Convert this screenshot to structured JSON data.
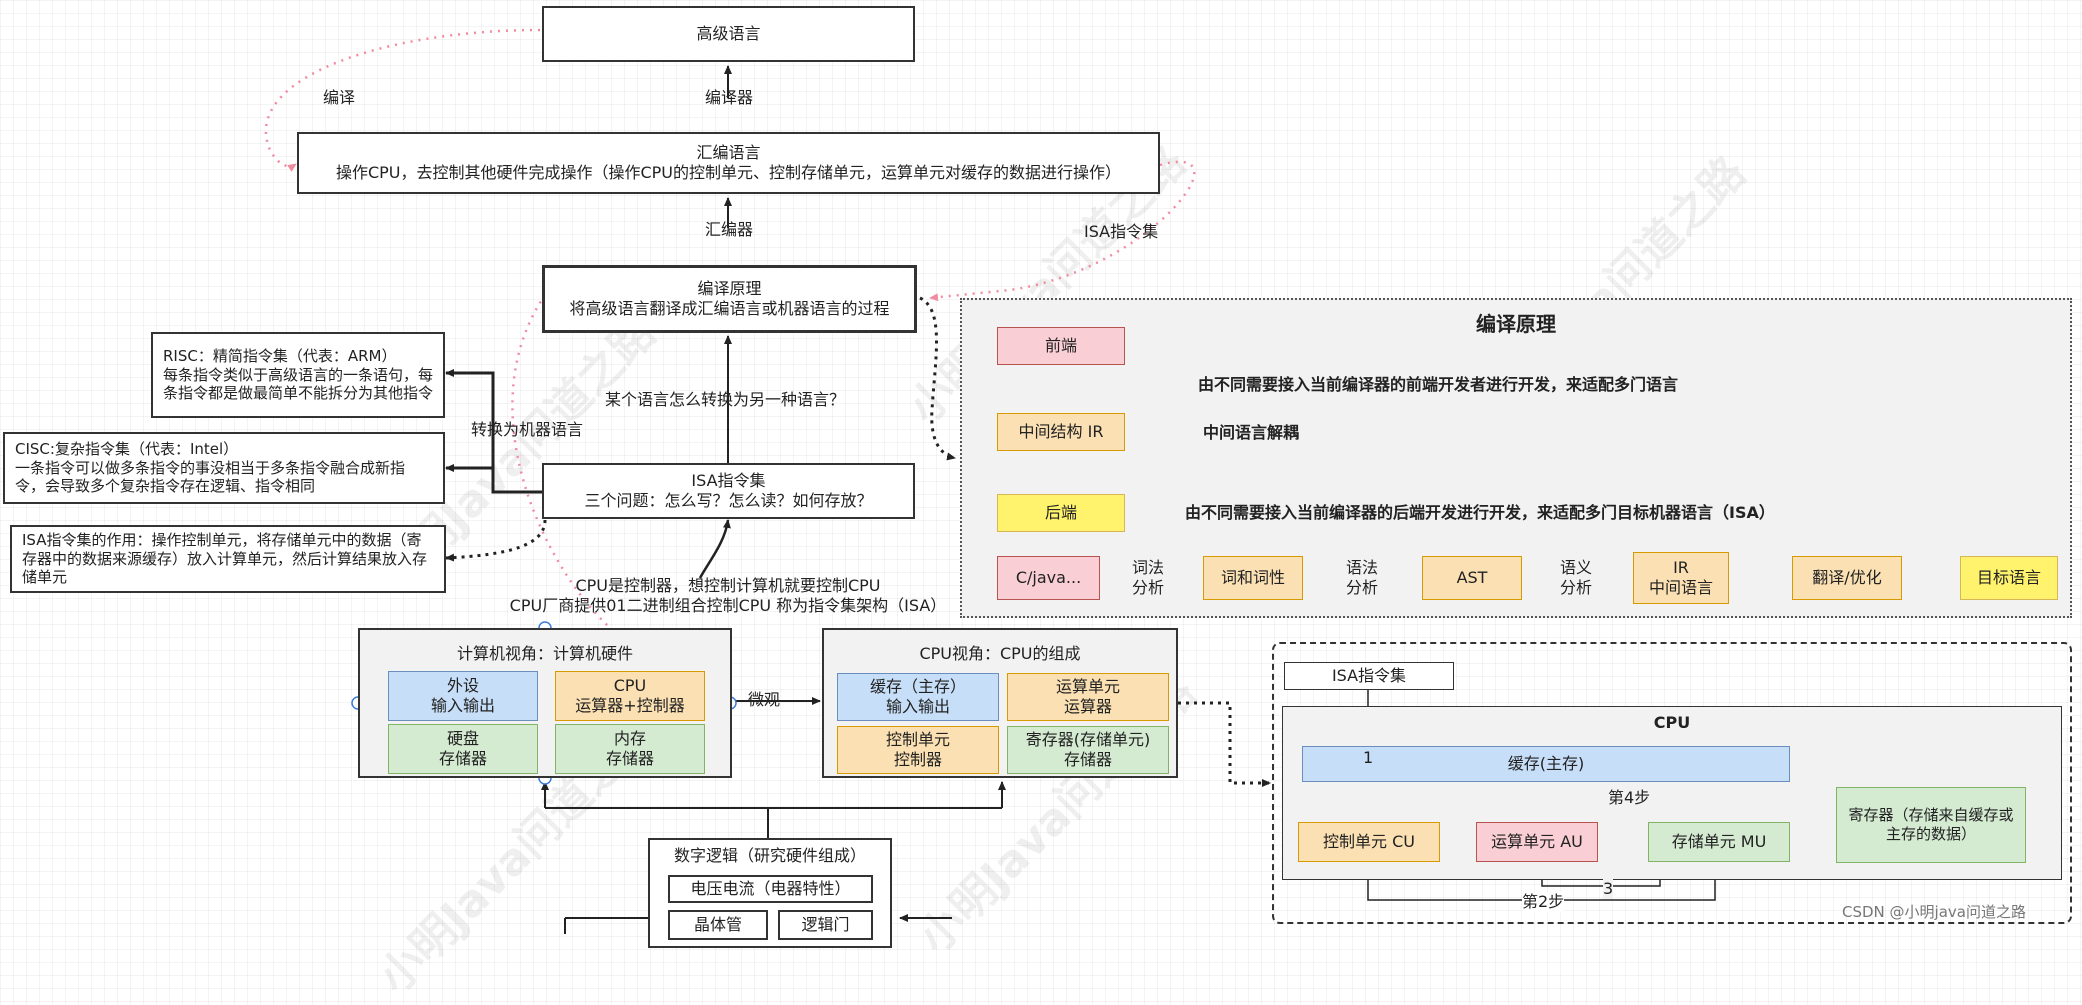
{
  "watermark": "小明Java问道之路",
  "footer_credit": "CSDN @小明java问道之路",
  "left": {
    "high_level": "高级语言",
    "compiler_label": "编译器",
    "compile_label": "编译",
    "assembly": "汇编语言\n操作CPU，去控制其他硬件完成操作（操作CPU的控制单元、控制存储单元，运算单元对缓存的数据进行操作）",
    "assembler_label": "汇编器",
    "isa_label": "ISA指令集",
    "compile_principle": "编译原理\n将高级语言翻译成汇编语言或机器语言的过程",
    "question_label": "某个语言怎么转换为另一种语言？",
    "risc": "RISC：精简指令集（代表：ARM）\n每条指令类似于高级语言的一条语句，每条指令都是做最简单不能拆分为其他指令",
    "convert_label": "转换为机器语言",
    "cisc": "CISC:复杂指令集（代表：Intel）\n一条指令可以做多条指令的事没相当于多条指令融合成新指令，会导致多个复杂指令存在逻辑、指令相同",
    "isa_box": "ISA指令集\n三个问题：怎么写？怎么读？如何存放？",
    "isa_role": "ISA指令集的作用：操作控制单元，将存储单元中的数据（寄存器中的数据来源缓存）放入计算单元，然后计算结果放入存储单元",
    "cpu_note": "CPU是控制器，想控制计算机就要控制CPU\nCPU厂商提供01二进制组合控制CPU 称为指令集架构（ISA）",
    "computer_view": {
      "title": "计算机视角：计算机硬件",
      "peripheral": "外设\n输入输出",
      "cpu": "CPU\n运算器+控制器",
      "disk": "硬盘\n存储器",
      "memory": "内存\n存储器"
    },
    "micro_label": "微观",
    "cpu_view": {
      "title": "CPU视角：CPU的组成",
      "cache": "缓存（主存）\n输入输出",
      "alu": "运算单元\n运算器",
      "control": "控制单元\n控制器",
      "register": "寄存器(存储单元)\n存储器"
    },
    "digital_logic": {
      "title": "数字逻辑（研究硬件组成）",
      "voltage": "电压电流（电器特性）",
      "transistor": "晶体管",
      "logic_gate": "逻辑门"
    }
  },
  "compile_panel": {
    "title": "编译原理",
    "frontend": "前端",
    "frontend_note": "由不同需要接入当前编译器的前端开发者进行开发，来适配多门语言",
    "ir": "中间结构 IR",
    "ir_note": "中间语言解耦",
    "backend": "后端",
    "backend_note": "由不同需要接入当前编译器的后端开发进行开发，来适配多门目标机器语言（ISA）",
    "pipeline": [
      "C/java...",
      "词和词性",
      "AST",
      "IR\n中间语言",
      "翻译/优化",
      "目标语言"
    ],
    "pipeline_labels": [
      "词法\n分析",
      "语法\n分析",
      "语义\n分析"
    ]
  },
  "cpu_panel": {
    "isa": "ISA指令集",
    "title": "CPU",
    "cache": "缓存(主存)",
    "cu": "控制单元 CU",
    "au": "运算单元 AU",
    "mu": "存储单元 MU",
    "register": "寄存器（存储来自缓存或主存的数据）",
    "step1": "1",
    "step2": "第2步",
    "step3": "3",
    "step4": "第4步"
  }
}
